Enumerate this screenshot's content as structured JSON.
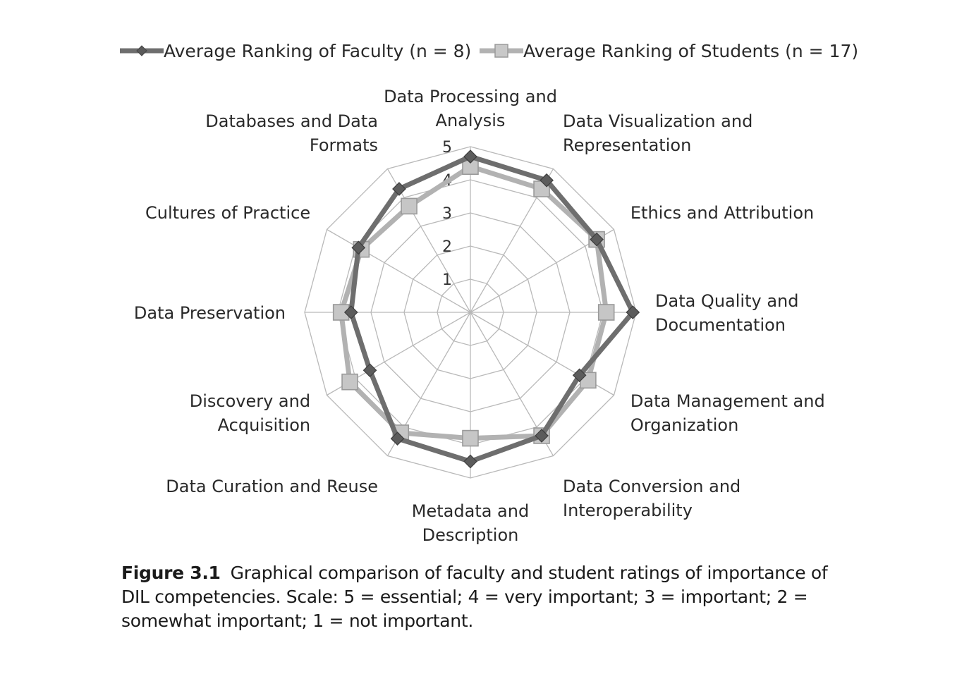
{
  "chart_data": {
    "type": "radar",
    "title": "",
    "categories": [
      [
        "Data Processing and",
        "Analysis"
      ],
      [
        "Data Visualization and",
        "Representation"
      ],
      [
        "Ethics and Attribution"
      ],
      [
        "Data Quality and",
        "Documentation"
      ],
      [
        "Data Management and",
        "Organization"
      ],
      [
        "Data Conversion and",
        "Interoperability"
      ],
      [
        "Metadata and",
        "Description"
      ],
      [
        "Data Curation and Reuse"
      ],
      [
        "Discovery and",
        "Acquisition"
      ],
      [
        "Data Preservation"
      ],
      [
        "Cultures of Practice"
      ],
      [
        "Databases and Data",
        "Formats"
      ]
    ],
    "series": [
      {
        "name": "Average Ranking of Faculty (n = 8)",
        "marker": "diamond",
        "color": "#6e6e6e",
        "values": [
          4.7,
          4.6,
          4.4,
          4.9,
          3.8,
          4.3,
          4.5,
          4.4,
          3.5,
          3.6,
          3.9,
          4.3
        ]
      },
      {
        "name": "Average Ranking of Students (n = 17)",
        "marker": "square",
        "color": "#b2b2b2",
        "values": [
          4.4,
          4.3,
          4.4,
          4.1,
          4.1,
          4.3,
          3.8,
          4.2,
          4.2,
          3.9,
          3.8,
          3.7
        ]
      }
    ],
    "rlim": [
      0,
      5
    ],
    "ticks": [
      "1",
      "2",
      "3",
      "4",
      "5"
    ],
    "tick_values": [
      1,
      2,
      3,
      4,
      5
    ],
    "grid": true,
    "legend_position": "top"
  },
  "caption": {
    "label": "Figure 3.1",
    "text": "Graphical comparison of faculty and student ratings of importance of DIL competencies. Scale: 5 = essential; 4 = very important; 3 = important; 2 = somewhat important; 1 = not important."
  }
}
